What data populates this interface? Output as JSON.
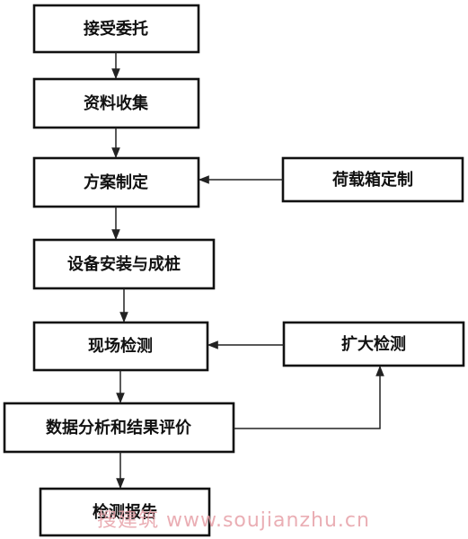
{
  "nodes": {
    "accept": "接受委托",
    "collect": "资料收集",
    "plan": "方案制定",
    "load_box": "荷载箱定制",
    "install": "设备安装与成桩",
    "field_test": "现场检测",
    "expand_test": "扩大检测",
    "analysis": "数据分析和结果评价",
    "report": "检测报告"
  },
  "watermark": "搜建筑 www.soujianzhu.cn"
}
